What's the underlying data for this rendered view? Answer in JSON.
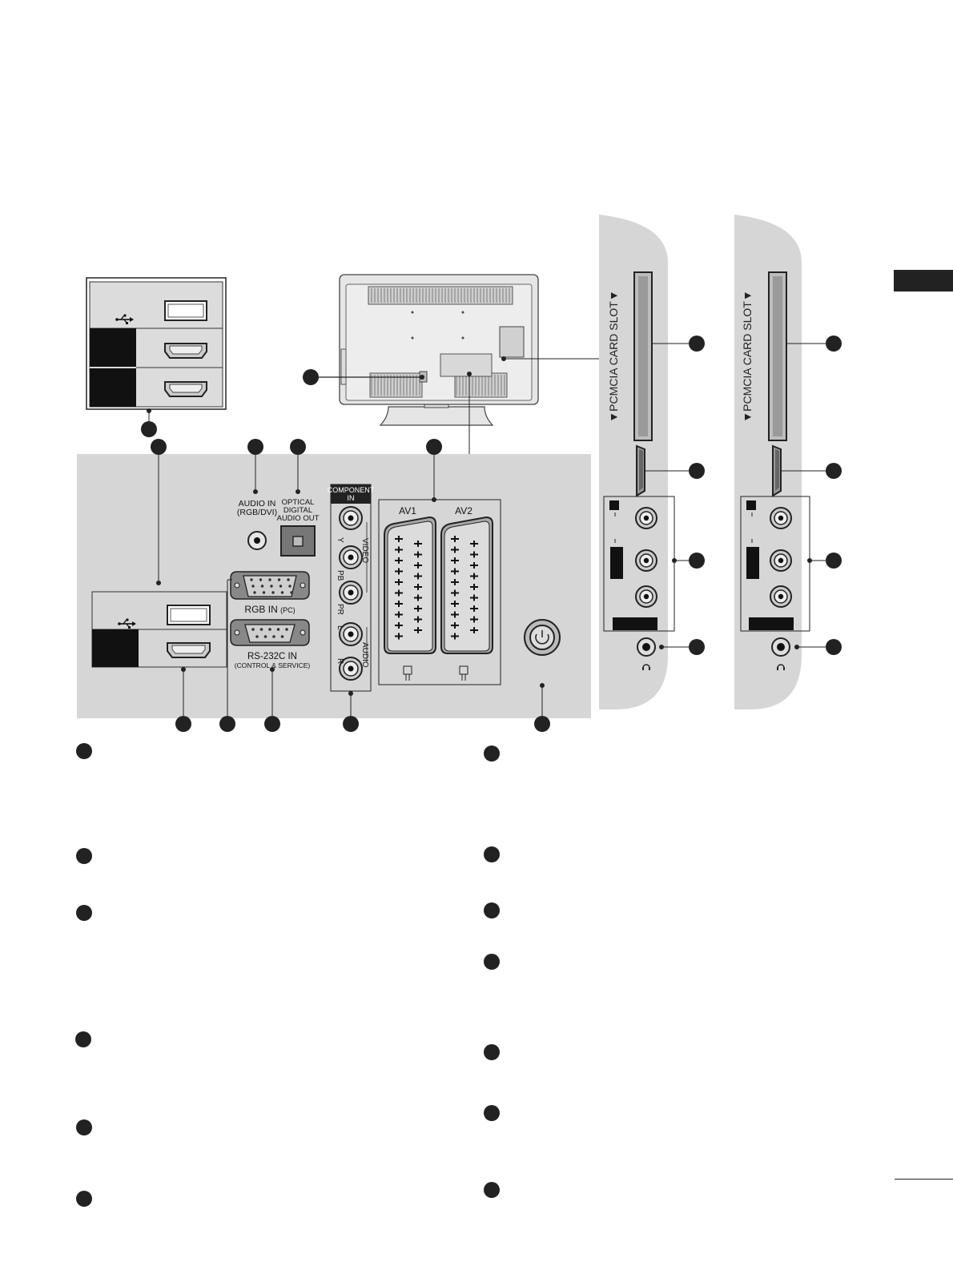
{
  "labels": {
    "audio_in": "AUDIO IN",
    "audio_in_sub": "(RGB/DVI)",
    "optical_1": "OPTICAL",
    "optical_2": "DIGITAL",
    "optical_3": "AUDIO OUT",
    "component_1": "COMPONENT",
    "component_2": "IN",
    "video": "VIDEO",
    "audio": "AUDIO",
    "y": "Y",
    "pb": "PB",
    "pr": "PR",
    "l": "L",
    "r": "R",
    "av1": "AV1",
    "av2": "AV2",
    "rgb_in": "RGB IN",
    "rgb_in_sub": "(PC)",
    "rs232": "RS-232C IN",
    "rs232_sub": "(CONTROL & SERVICE)",
    "pcmcia_a": "▼PCMCIA CARD SLOT▼",
    "pcmcia_b": "▼PCMCIA CARD SLOT▼"
  },
  "icons": {
    "usb": "usb-icon",
    "headphone": "headphone-icon"
  },
  "colors": {
    "panel_gray": "#d6d6d6",
    "callout_dark": "#222222",
    "tv_gray": "#e3e3e3"
  }
}
